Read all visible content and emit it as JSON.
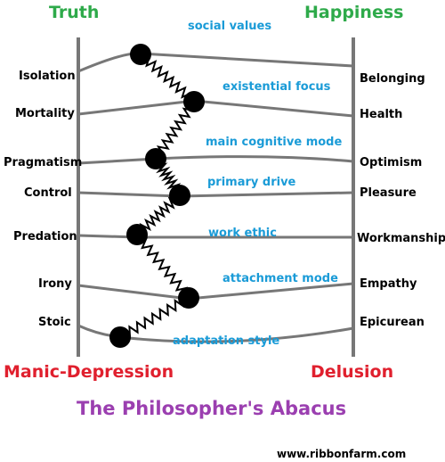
{
  "title": "The Philosopher's Abacus",
  "footer_url": "www.ribbonfarm.com",
  "corners": {
    "top_left": "Truth",
    "top_right": "Happiness",
    "bottom_left": "Manic-Depression",
    "bottom_right": "Delusion"
  },
  "rows": [
    {
      "label": "social values",
      "left": "Isolation",
      "right": "Belonging"
    },
    {
      "label": "existential focus",
      "left": "Mortality",
      "right": "Health"
    },
    {
      "label": "main cognitive mode",
      "left": "Pragmatism",
      "right": "Optimism"
    },
    {
      "label": "primary drive",
      "left": "Control",
      "right": "Pleasure"
    },
    {
      "label": "work ethic",
      "left": "Predation",
      "right": "Workmanship"
    },
    {
      "label": "attachment mode",
      "left": "Irony",
      "right": "Empathy"
    },
    {
      "label": "adaptation style",
      "left": "Stoic",
      "right": "Epicurean"
    }
  ],
  "colors": {
    "truth_happiness": "#2eaa4a",
    "depression_delusion": "#e0202e",
    "title": "#9b3fb0",
    "row_labels": "#1a9bd7",
    "lines": "#777777",
    "beads": "#000000"
  }
}
